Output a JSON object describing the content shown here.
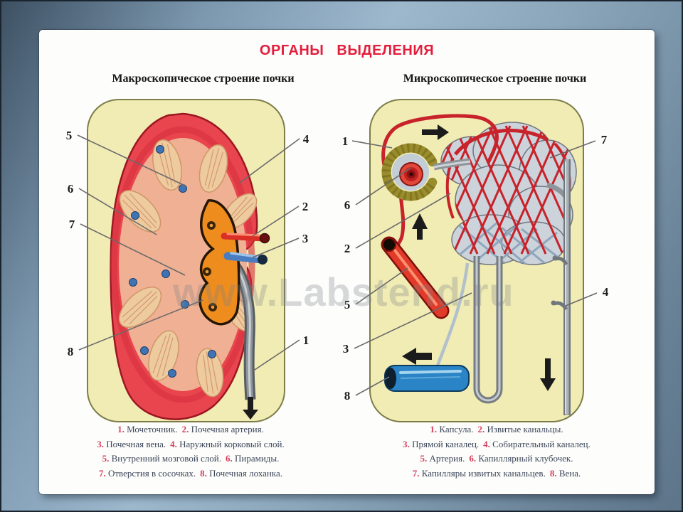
{
  "title": "ОРГАНЫ ВЫДЕЛЕНИЯ",
  "watermark": "www.Labstend.ru",
  "colors": {
    "title_red": "#e31e3c",
    "legend_number": "#d63f5c",
    "legend_text": "#3c4658",
    "panel_fill": "#f1ecb4",
    "panel_border": "#7d7d48",
    "artery_red": "#e23a28",
    "vein_blue": "#2b84c6",
    "pelvis_orange": "#ee8d1e"
  },
  "left_panel": {
    "subtitle": "Макроскопическое строение почки",
    "callouts": [
      "5",
      "6",
      "7",
      "8",
      "4",
      "2",
      "3",
      "1"
    ],
    "legend": [
      [
        {
          "num": "1.",
          "text": "Мочеточник."
        },
        {
          "num": "2.",
          "text": "Почечная артерия."
        }
      ],
      [
        {
          "num": "3.",
          "text": "Почечная вена."
        },
        {
          "num": "4.",
          "text": "Наружный корковый слой."
        }
      ],
      [
        {
          "num": "5.",
          "text": "Внутренний мозговой слой."
        },
        {
          "num": "6.",
          "text": "Пирамиды."
        }
      ],
      [
        {
          "num": "7.",
          "text": "Отверстия в сосочках."
        },
        {
          "num": "8.",
          "text": "Почечная лоханка."
        }
      ]
    ]
  },
  "right_panel": {
    "subtitle": "Микроскопическое строение почки",
    "callouts": [
      "1",
      "6",
      "2",
      "5",
      "3",
      "8",
      "7",
      "4"
    ],
    "legend": [
      [
        {
          "num": "1.",
          "text": "Капсула."
        },
        {
          "num": "2.",
          "text": "Извитые канальцы."
        }
      ],
      [
        {
          "num": "3.",
          "text": "Прямой каналец."
        },
        {
          "num": "4.",
          "text": "Собирательный каналец."
        }
      ],
      [
        {
          "num": "5.",
          "text": "Артерия."
        },
        {
          "num": "6.",
          "text": "Капиллярный клубочек."
        }
      ],
      [
        {
          "num": "7.",
          "text": "Капилляры извитых канальцев."
        },
        {
          "num": "8.",
          "text": "Вена."
        }
      ]
    ]
  }
}
